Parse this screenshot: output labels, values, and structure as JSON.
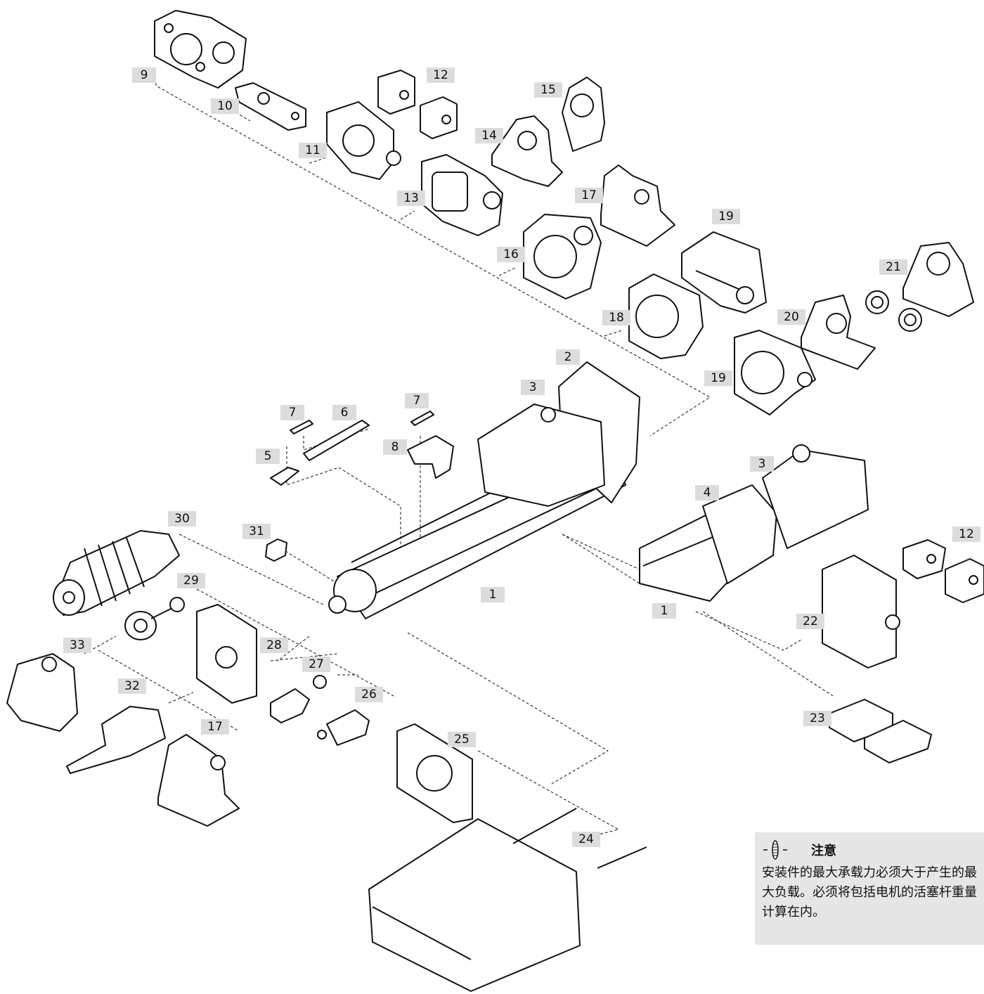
{
  "callouts": [
    "9",
    "10",
    "11",
    "12",
    "12",
    "13",
    "14",
    "15",
    "16",
    "17",
    "17",
    "18",
    "19",
    "19",
    "20",
    "21",
    "2",
    "3",
    "3",
    "4",
    "7",
    "7",
    "6",
    "5",
    "8",
    "30",
    "31",
    "29",
    "1",
    "1",
    "33",
    "28",
    "27",
    "26",
    "32",
    "22",
    "23",
    "25",
    "24"
  ],
  "note": {
    "icon": "caution-icon",
    "title": "注意",
    "text": "安装件的最大承载力必须大于产生的最大负载。必须将包括电机的活塞杆重量计算在内。"
  }
}
